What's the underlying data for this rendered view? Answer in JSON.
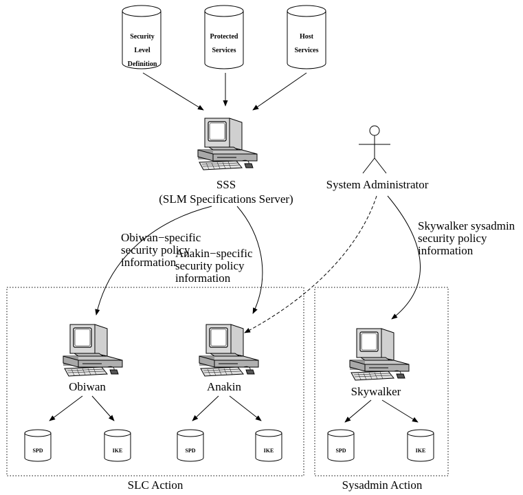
{
  "top_databases": {
    "security_level_definition": [
      "Security",
      "Level",
      "Definition"
    ],
    "protected_services": [
      "Protected",
      "Services"
    ],
    "host_services": [
      "Host",
      "Services"
    ]
  },
  "sss": {
    "name": "SSS",
    "full_name": "(SLM Specifications Server)"
  },
  "sysadmin_actor": {
    "label": "System Administrator"
  },
  "flows": {
    "obiwan_policy": [
      "Obiwan−specific",
      "security policy",
      "information"
    ],
    "anakin_policy": [
      "Anakin−specific",
      "security policy",
      "information"
    ],
    "skywalker_policy": [
      "Skywalker sysadmin",
      "security policy",
      "information"
    ]
  },
  "hosts": {
    "obiwan": "Obiwan",
    "anakin": "Anakin",
    "skywalker": "Skywalker"
  },
  "host_databases": {
    "spd": "SPD",
    "ike": "IKE"
  },
  "groups": {
    "slc_action": "SLC Action",
    "sysadmin_action": "Sysadmin Action"
  }
}
